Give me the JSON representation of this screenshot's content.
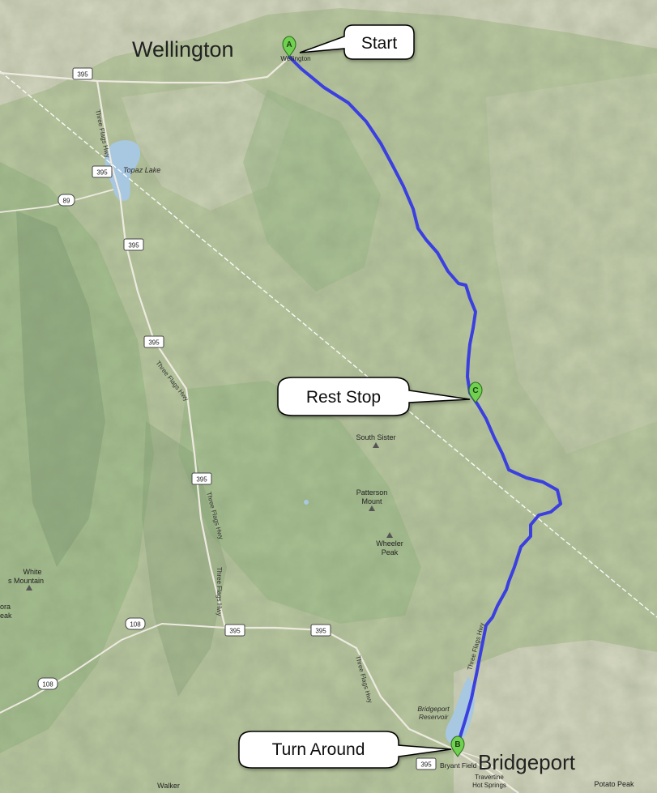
{
  "colors": {
    "terrain_base": "#b9c8a0",
    "terrain_light": "#d8d8c4",
    "terrain_dark": "#7f9a70",
    "forest": "#9fbc8a",
    "water": "#a8c7e0",
    "route": "#3b3fe0",
    "marker": "#6fd14f",
    "callout_fill": "#ffffff",
    "callout_stroke": "#000000"
  },
  "callouts": [
    {
      "id": "start",
      "text": "Start"
    },
    {
      "id": "rest",
      "text": "Rest Stop"
    },
    {
      "id": "turn",
      "text": "Turn Around"
    }
  ],
  "markers": [
    {
      "id": "a",
      "letter": "A"
    },
    {
      "id": "c",
      "letter": "C"
    },
    {
      "id": "b",
      "letter": "B"
    }
  ],
  "towns": {
    "wellington_big": "Wellington",
    "wellington_small": "Wellington",
    "bridgeport_big": "Bridgeport"
  },
  "features": {
    "topaz_lake": "Topaz Lake",
    "south_sister": "South Sister",
    "patterson_1": "Patterson",
    "patterson_2": "Mount",
    "wheeler_1": "Wheeler",
    "wheeler_2": "Peak",
    "white_mtn_1": "White",
    "white_mtn_2": "s Mountain",
    "bridgeport_res_1": "Bridgeport",
    "bridgeport_res_2": "Reservoir",
    "bryant_field": "Bryant Field",
    "travertine_1": "Travertine",
    "travertine_2": "Hot Springs",
    "potato_peak": "Potato Peak",
    "walker": "Walker",
    "edge_ora": "ora",
    "edge_eak": "eak"
  },
  "highways": {
    "three_flags": "Three Flags Hwy"
  },
  "shields": {
    "us395": "395",
    "ca89": "89",
    "ca108": "108"
  }
}
